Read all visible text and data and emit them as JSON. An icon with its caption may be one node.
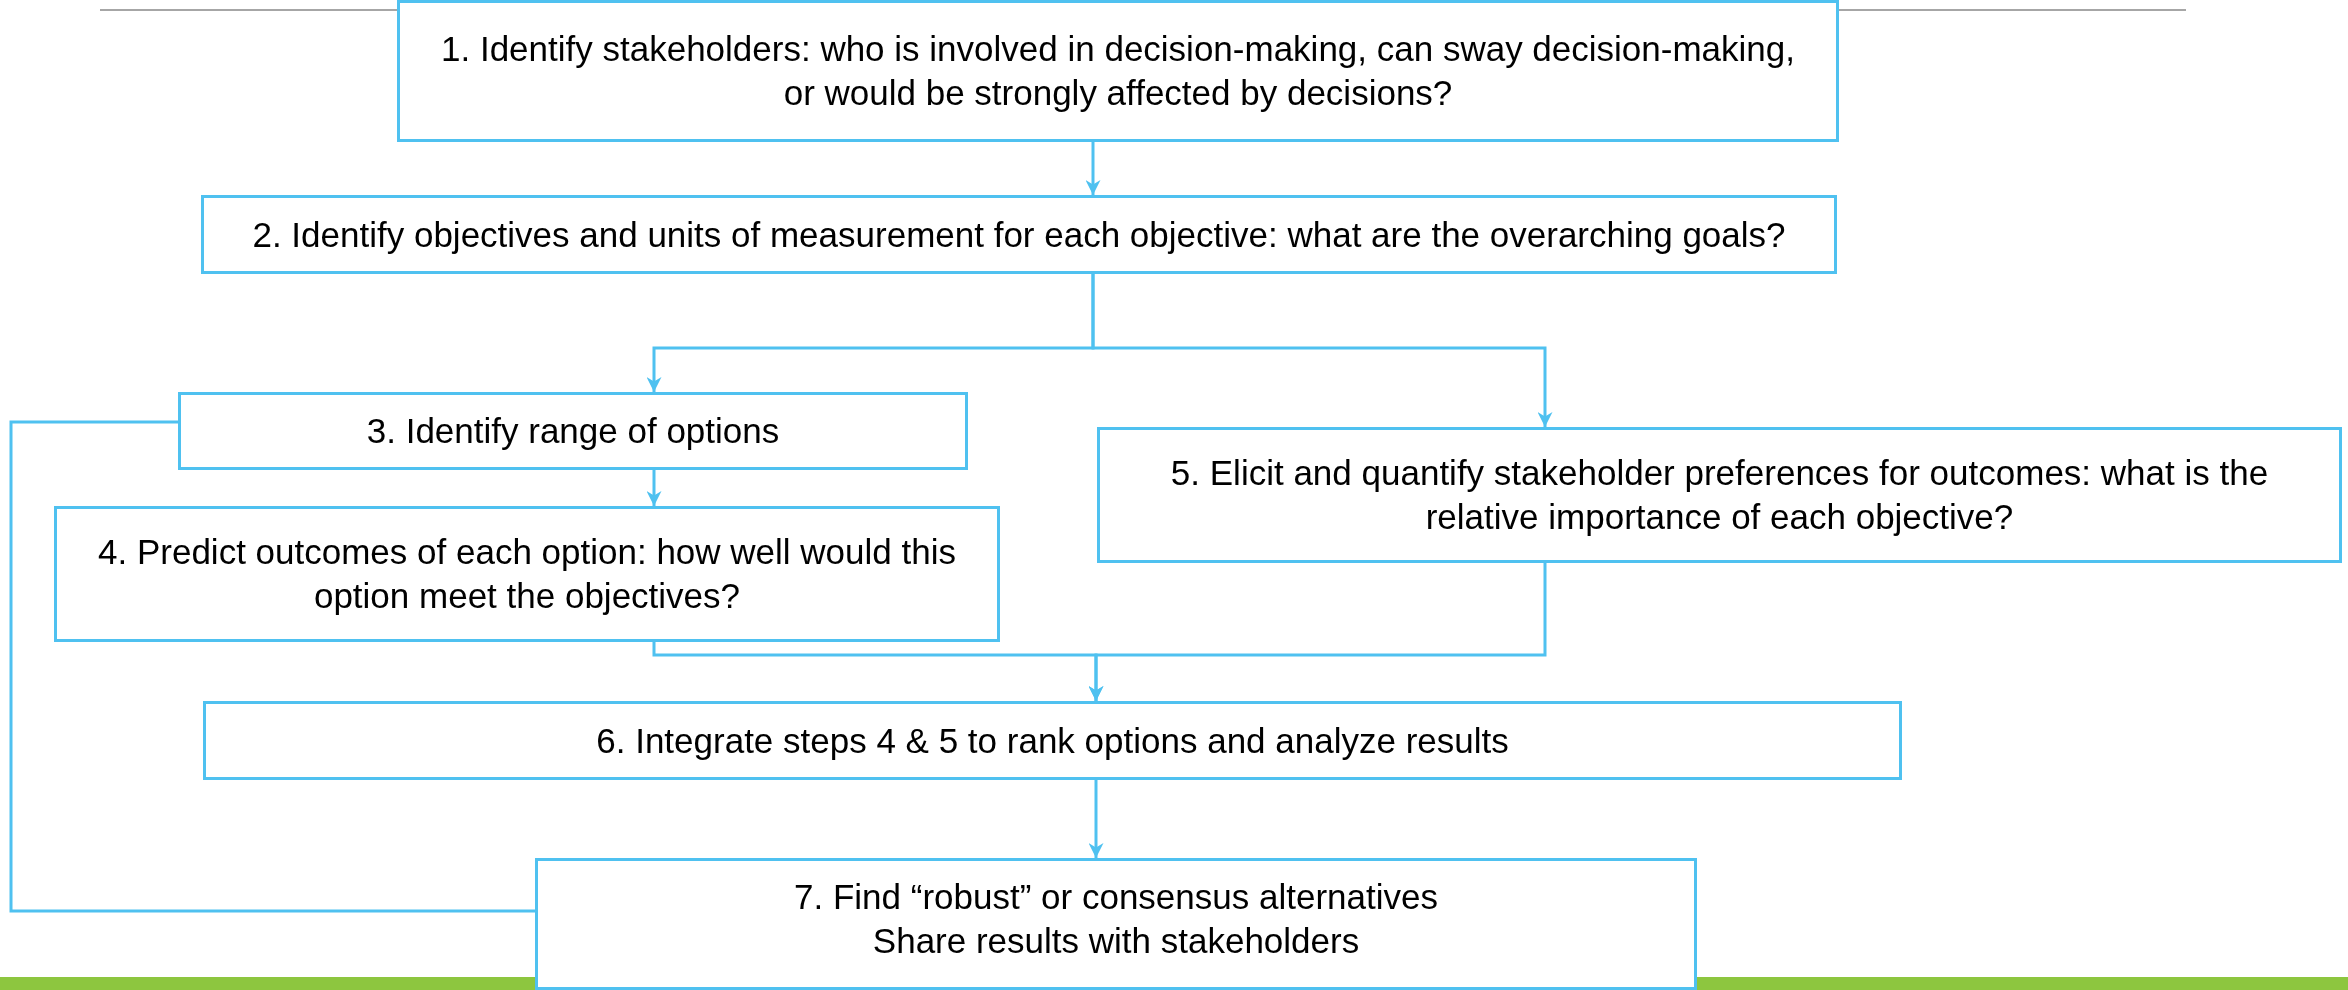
{
  "diagram": {
    "nodes": [
      {
        "text": [
          "1. Identify stakeholders: who is involved in decision-making, can sway decision-making, or would be strongly affected by decisions?"
        ]
      },
      {
        "text": [
          "2. Identify objectives and units of measurement for each objective: what are the overarching goals?"
        ]
      },
      {
        "text": [
          "3. Identify range of options"
        ]
      },
      {
        "text": [
          "4. Predict outcomes of each option: how well would this option meet the objectives?"
        ]
      },
      {
        "text": [
          "5. Elicit and quantify stakeholder preferences for outcomes: what is the relative importance of each objective?"
        ]
      },
      {
        "text": [
          "6. Integrate steps 4 & 5 to rank options and analyze results"
        ]
      },
      {
        "text": [
          "7. Find “robust” or consensus alternatives",
          "Share results with stakeholders"
        ]
      }
    ],
    "edges": [
      {
        "from": 0,
        "to": 1,
        "arrow": "to"
      },
      {
        "from": 1,
        "to": 2,
        "arrow": "to"
      },
      {
        "from": 1,
        "to": 4,
        "arrow": "to"
      },
      {
        "from": 2,
        "to": 3,
        "arrow": "to"
      },
      {
        "from": 3,
        "to": 5,
        "arrow": "to"
      },
      {
        "from": 4,
        "to": 5,
        "arrow": "to"
      },
      {
        "from": 5,
        "to": 6,
        "arrow": "to"
      },
      {
        "from": 2,
        "to": 6,
        "arrow": "none"
      }
    ]
  }
}
